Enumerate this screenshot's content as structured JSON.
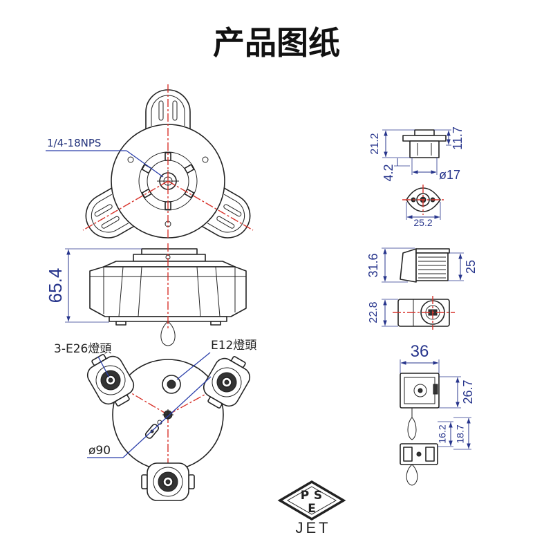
{
  "title": "产品图纸",
  "top_view": {
    "thread_label": "1/4-18NPS"
  },
  "side_view": {
    "height_dim": "65.4"
  },
  "bottom_view": {
    "e26_label": "3-E26燈頭",
    "e12_label": "E12燈頭",
    "diameter_dim": "ø90"
  },
  "e12_detail": {
    "height_dim": "21.2",
    "cap_height_dim": "11.7",
    "base_dim": "4.2",
    "diameter_dim": "ø17",
    "width_dim": "25.2"
  },
  "e26_detail": {
    "height_dim": "31.6",
    "thread_dim": "25",
    "depth_dim": "22.8",
    "width_dim": "36",
    "body_dim": "26.7",
    "lower_dim_a": "16.2",
    "lower_dim_b": "18.7"
  },
  "certification": {
    "letters": [
      "P",
      "S",
      "E"
    ],
    "label": "JET"
  },
  "icons": {
    "certification_mark": "pse-diamond-mark"
  },
  "colors": {
    "outline": "#222222",
    "centerline": "#d8342c",
    "dimension": "#27358c",
    "leader": "#2b3faa"
  }
}
